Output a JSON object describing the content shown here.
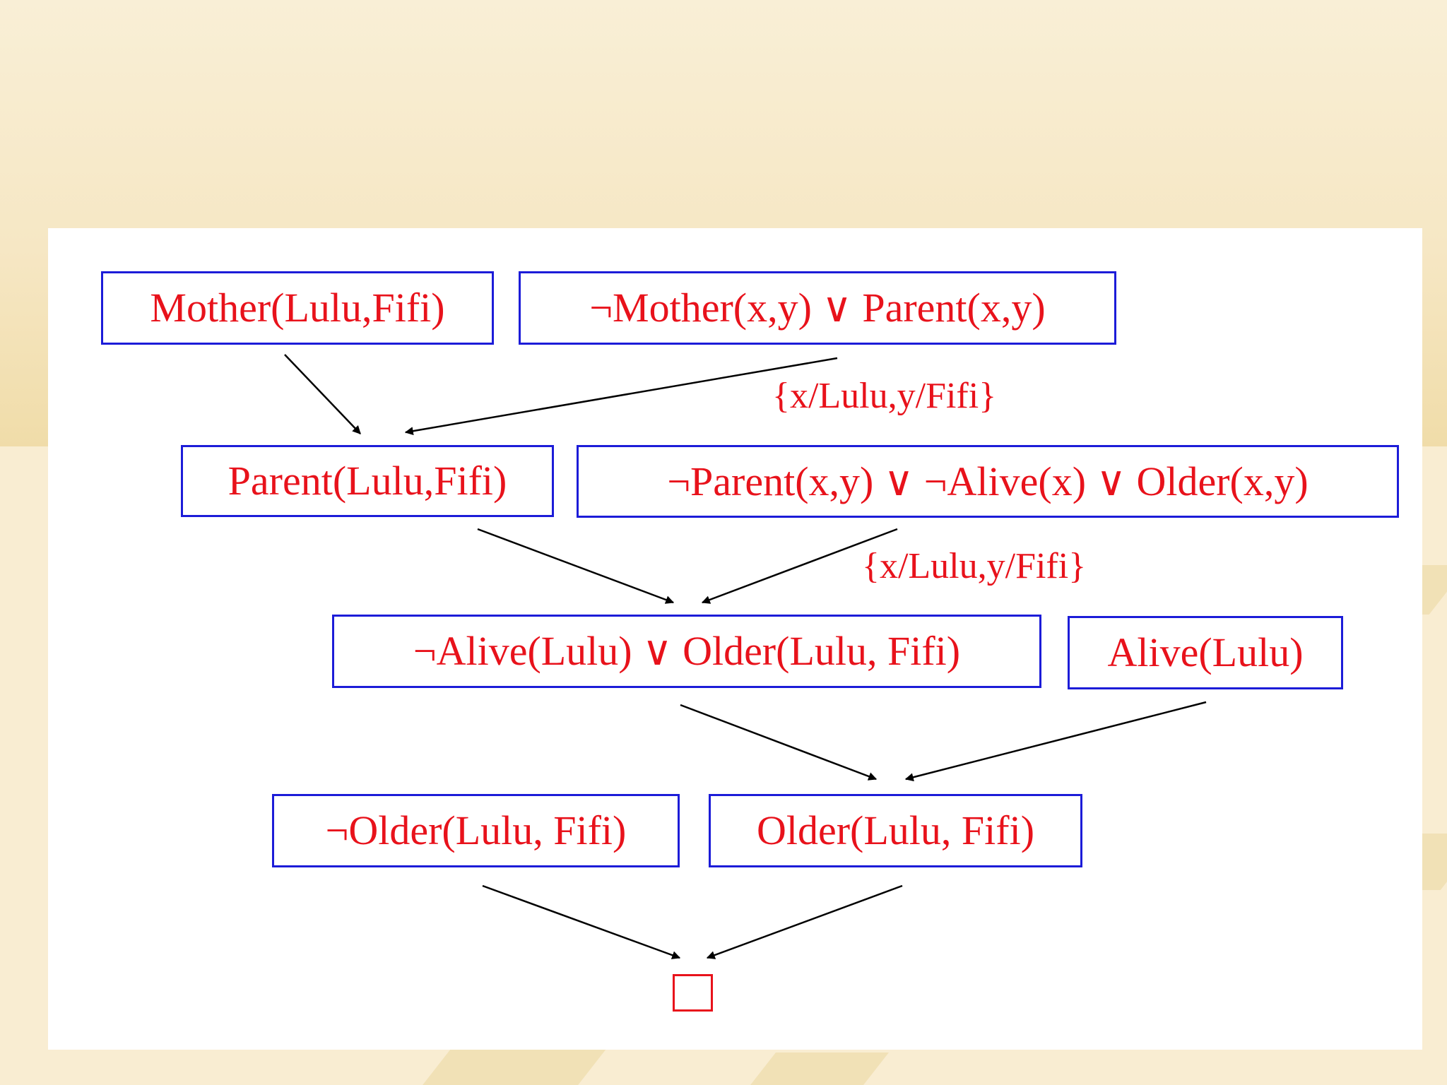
{
  "nodes": {
    "mother_lulu_fifi": "Mother(Lulu,Fifi)",
    "not_mother_or_parent": "¬Mother(x,y) ∨ Parent(x,y)",
    "parent_lulu_fifi": "Parent(Lulu,Fifi)",
    "not_parent_not_alive_older": "¬Parent(x,y) ∨ ¬Alive(x) ∨ Older(x,y)",
    "not_alive_or_older": "¬Alive(Lulu) ∨ Older(Lulu, Fifi)",
    "alive_lulu": "Alive(Lulu)",
    "not_older": "¬Older(Lulu, Fifi)",
    "older": "Older(Lulu, Fifi)"
  },
  "substitutions": {
    "first": "{x/Lulu,y/Fifi}",
    "second": "{x/Lulu,y/Fifi}"
  },
  "colors": {
    "node_border": "#1c1cd8",
    "node_text": "#e8121b",
    "arrow": "#000000"
  }
}
